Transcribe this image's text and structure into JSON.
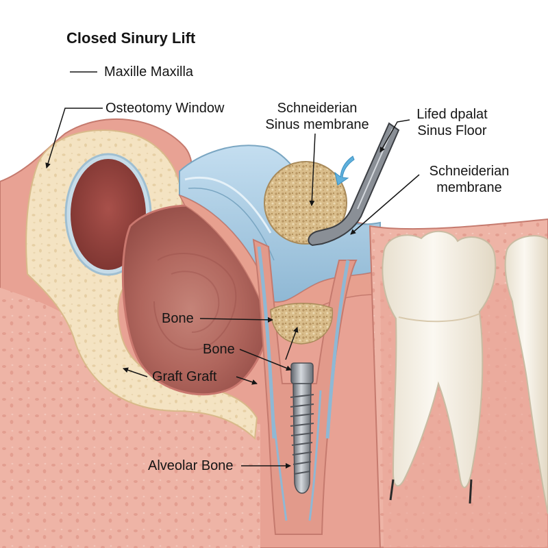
{
  "title": "Closed Sinury Lift",
  "labels": {
    "maxilla": "Maxille Maxilla",
    "osteotomy_window": "Osteotomy Window",
    "schneiderian_sinus_line1": "Schneiderian",
    "schneiderian_sinus_line2": "Sinus membrane",
    "lifted_floor_line1": "Lifed dpalat",
    "lifted_floor_line2": "Sinus Floor",
    "schneiderian_membrane_line1": "Schneiderian",
    "schneiderian_membrane_line2": "membrane",
    "bone_upper": "Bone",
    "bone_lower": "Bone",
    "graft": "Graft Graft",
    "alveolar_bone": "Alveolar Bone"
  },
  "colors": {
    "gum": "#e49a8e",
    "gum_dark": "#c9776e",
    "bone": "#f4e3c2",
    "sinus_cavity": "#b86a62",
    "membrane": "#a8cce0",
    "graft": "#d8bd8c",
    "tooth": "#f5f0e6",
    "implant": "#9a9fa6"
  }
}
